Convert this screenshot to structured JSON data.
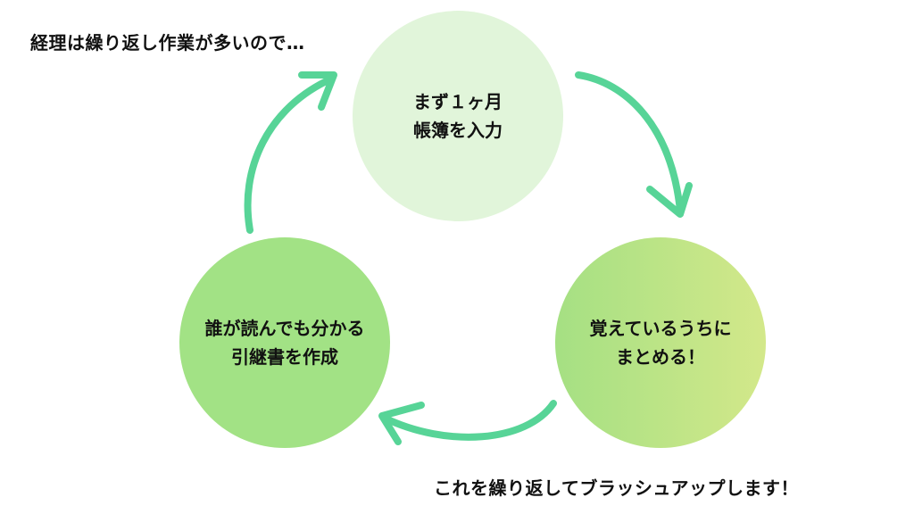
{
  "captions": {
    "top": "経理は繰り返し作業が多いので…",
    "bottom": "これを繰り返してブラッシュアップします！"
  },
  "steps": [
    {
      "lines": [
        "まず１ヶ月",
        "帳簿を入力"
      ],
      "color": "#e1f5da"
    },
    {
      "lines": [
        "覚えているうちに",
        "まとめる！"
      ],
      "color_start": "#a5e083",
      "color_end": "#d3e88a"
    },
    {
      "lines": [
        "誰が読んでも分かる",
        "引継書を作成"
      ],
      "color": "#a2e285"
    }
  ],
  "arrows": {
    "color": "#57d497",
    "flow": [
      "step-1 → step-2",
      "step-2 → step-3",
      "step-3 → step-1"
    ]
  }
}
